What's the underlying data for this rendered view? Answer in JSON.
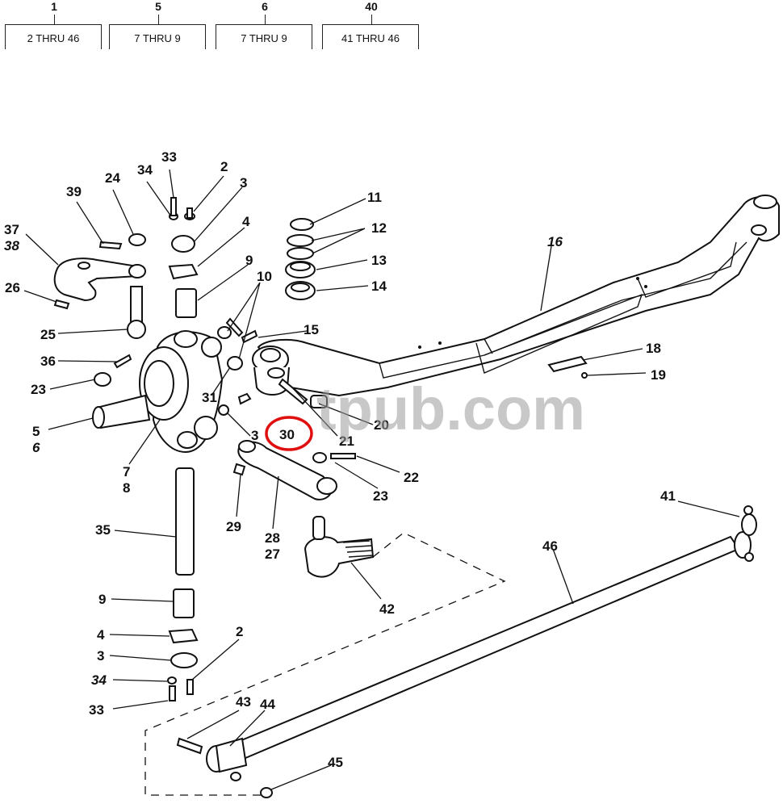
{
  "header_refs": [
    {
      "num": "1",
      "range": "2 THRU 46"
    },
    {
      "num": "5",
      "range": "7 THRU 9"
    },
    {
      "num": "6",
      "range": "7 THRU 9"
    },
    {
      "num": "40",
      "range": "41 THRU 46"
    }
  ],
  "watermark": "tpub.com",
  "highlighted_callout": "30",
  "highlight_color": "#e01010",
  "callouts": {
    "c33a": "33",
    "c34a": "34",
    "c24": "24",
    "c39": "39",
    "c2a": "2",
    "c3a": "3",
    "c37": "37",
    "c38": "38",
    "c4a": "4",
    "c9a": "9",
    "c10": "10",
    "c26": "26",
    "c25": "25",
    "c36": "36",
    "c23a": "23",
    "c5": "5",
    "c6": "6",
    "c7": "7",
    "c8": "8",
    "c31": "31",
    "c3b": "3",
    "c30": "30",
    "c21": "21",
    "c20": "20",
    "c15": "15",
    "c11": "11",
    "c12": "12",
    "c13": "13",
    "c14": "14",
    "c16": "16",
    "c18": "18",
    "c19": "19",
    "c22": "22",
    "c23b": "23",
    "c29": "29",
    "c28": "28",
    "c27": "27",
    "c35": "35",
    "c42": "42",
    "c41": "41",
    "c46": "46",
    "c9b": "9",
    "c4b": "4",
    "c3c": "3",
    "c2b": "2",
    "c34b": "34",
    "c33b": "33",
    "c43": "43",
    "c44": "44",
    "c45": "45"
  }
}
